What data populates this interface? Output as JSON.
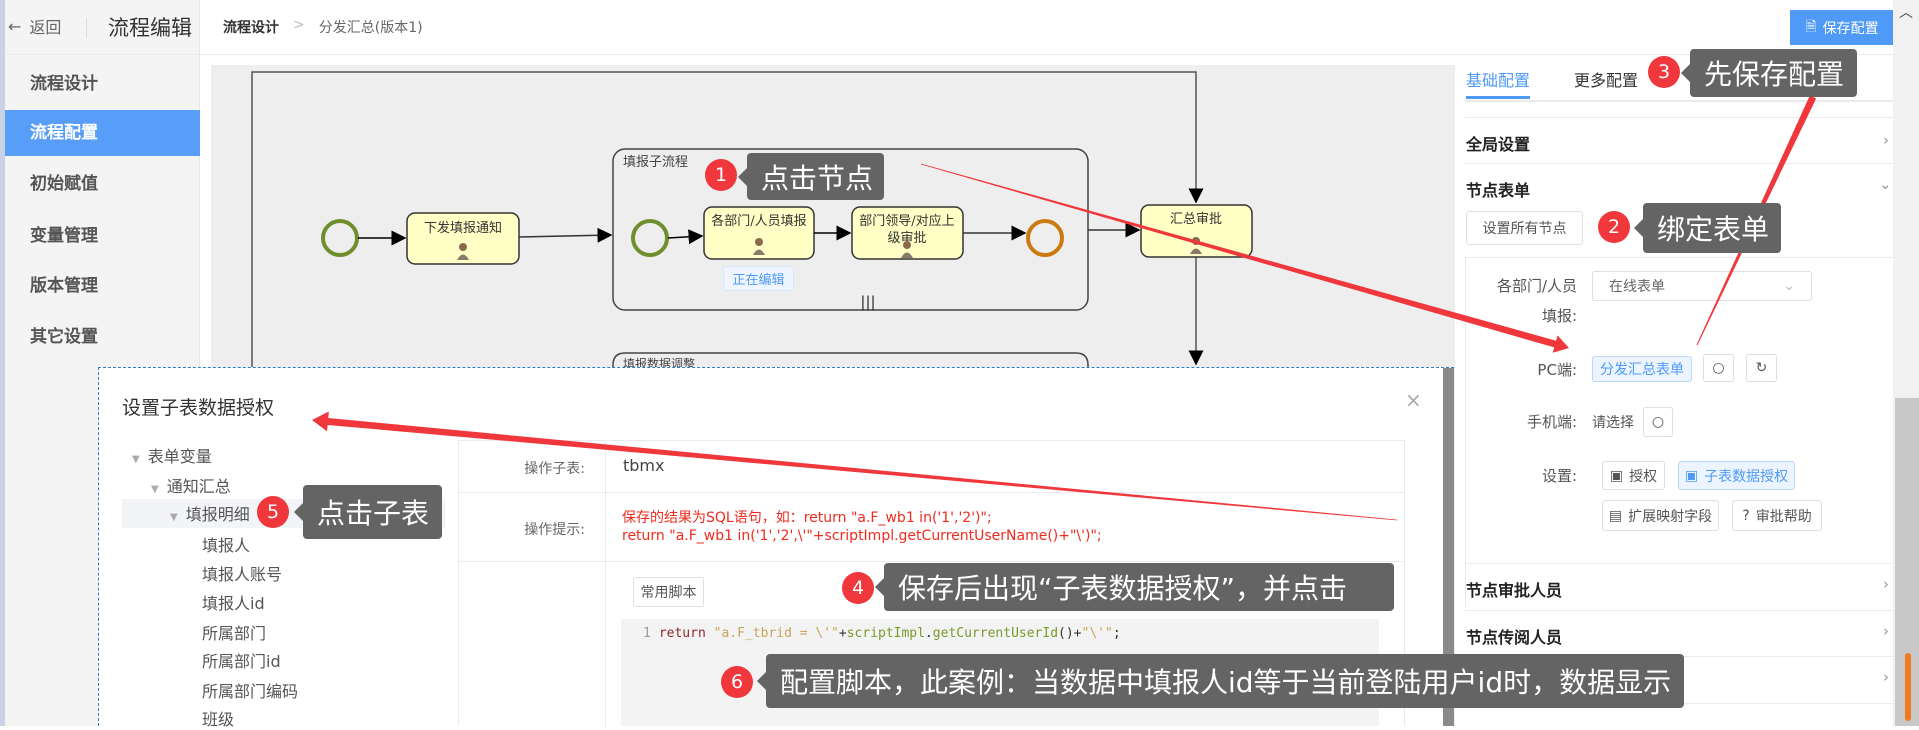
{
  "header": {
    "back_label": "返回",
    "app_title": "流程编辑",
    "breadcrumb": [
      "流程设计",
      "分发汇总(版本1)"
    ],
    "breadcrumb_sep": ">",
    "save_button": "保存配置"
  },
  "sidebar": {
    "items": [
      "流程设计",
      "流程配置",
      "初始赋值",
      "变量管理",
      "版本管理",
      "其它设置"
    ],
    "active_index": 1
  },
  "diagram": {
    "notify": "下发填报通知",
    "subprocess": "填报子流程",
    "fill": "各部门/人员填报",
    "approve_line1": "部门领导/对应上",
    "approve_line2": "级审批",
    "summary": "汇总审批",
    "subprocess2": "填报数据调整",
    "editing_tag": "正在编辑",
    "multi_marker": "|||"
  },
  "panel": {
    "tabs": [
      "基础配置",
      "更多配置"
    ],
    "global_settings": "全局设置",
    "node_form": "节点表单",
    "set_all_nodes": "设置所有节点",
    "node_label_line1": "各部门/人员",
    "node_label_line2": "填报:",
    "form_type": "在线表单",
    "pc_label": "PC端:",
    "pc_form": "分发汇总表单",
    "mobile_label": "手机端:",
    "mobile_value": "请选择",
    "settings_label": "设置:",
    "btn_auth": "授权",
    "btn_subtable_auth": "子表数据授权",
    "btn_ext_mapping": "扩展映射字段",
    "btn_approval_help": "审批帮助",
    "approvers": "节点审批人员",
    "readers": "节点传阅人员"
  },
  "dialog": {
    "title": "设置子表数据授权",
    "close": "×",
    "tree": [
      {
        "label": "表单变量",
        "level": 0,
        "expanded": true
      },
      {
        "label": "通知汇总",
        "level": 1,
        "expanded": true
      },
      {
        "label": "填报明细",
        "level": 2,
        "expanded": true,
        "selected": true
      },
      {
        "label": "填报人",
        "level": 3
      },
      {
        "label": "填报人账号",
        "level": 3
      },
      {
        "label": "填报人id",
        "level": 3
      },
      {
        "label": "所属部门",
        "level": 3
      },
      {
        "label": "所属部门id",
        "level": 3
      },
      {
        "label": "所属部门编码",
        "level": 3
      },
      {
        "label": "班级",
        "level": 3
      }
    ],
    "subtable_label": "操作子表:",
    "subtable_value": "tbmx",
    "tip_label": "操作提示:",
    "tip_line1": "保存的结果为SQL语句，如：return \"a.F_wb1 in('1','2')\";",
    "tip_line2": "return \"a.F_wb1 in('1','2',\\'\"+scriptImpl.getCurrentUserName()+\"\\')\";",
    "common_scripts": "常用脚本",
    "code_line_number": "1",
    "code_tokens": [
      {
        "t": "kw",
        "v": "return "
      },
      {
        "t": "str",
        "v": "\"a.F_tbrid = \\'\""
      },
      {
        "t": "pl",
        "v": "+"
      },
      {
        "t": "fn",
        "v": "scriptImpl"
      },
      {
        "t": "pl",
        "v": "."
      },
      {
        "t": "fn",
        "v": "getCurrentUserId"
      },
      {
        "t": "pl",
        "v": "()+"
      },
      {
        "t": "str",
        "v": "\"\\'\""
      },
      {
        "t": "pl",
        "v": ";"
      }
    ]
  },
  "annotations": [
    {
      "n": "1",
      "text": "点击节点"
    },
    {
      "n": "2",
      "text": "绑定表单"
    },
    {
      "n": "3",
      "text": "先保存配置"
    },
    {
      "n": "4",
      "text": "保存后出现“子表数据授权”，并点击"
    },
    {
      "n": "5",
      "text": "点击子表"
    },
    {
      "n": "6",
      "text": "配置脚本，此案例：当数据中填报人id等于当前登陆用户id时，数据显示"
    }
  ],
  "colors": {
    "accent": "#4f9af7",
    "annotation_red": "#f0373b",
    "callout_bg": "#646464",
    "task_fill": "#ffffc6"
  }
}
